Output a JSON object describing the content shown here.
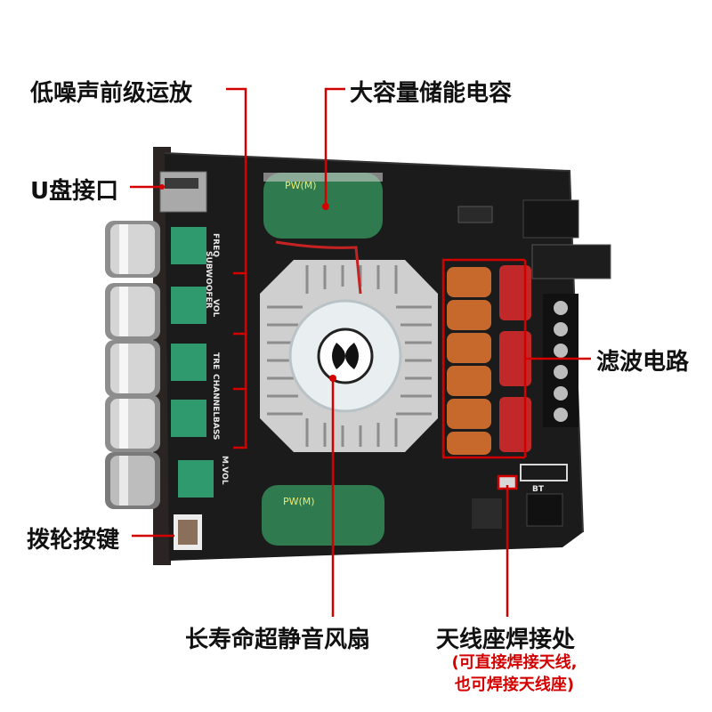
{
  "labels": {
    "preamp": "低噪声前级运放",
    "capacitor": "大容量储能电容",
    "usb": "U盘接口",
    "filter": "滤波电路",
    "wheel": "拨轮按键",
    "fan": "长寿命超静音风扇",
    "antenna": "天线座焊接处",
    "antenna_note_1": "(可直接焊接天线,",
    "antenna_note_2": "也可焊接天线座)"
  },
  "board_silkscreen": {
    "freq": "FREQ",
    "subwoofer": "SUBWOOFER",
    "vol": "VOL",
    "tre": "TRE",
    "channel": "CHANNEL",
    "bass": "BASS",
    "mvol": "M.VOL",
    "bt": "BT",
    "cap_marking": "PW(M)"
  },
  "colors": {
    "pcb": "#1a1a1a",
    "capacitor": "#2f7a4e",
    "potentiometer": "#2e9a6e",
    "filter_cap": "#c0282a",
    "inductor": "#c7692c",
    "pointer": "#d40000"
  }
}
